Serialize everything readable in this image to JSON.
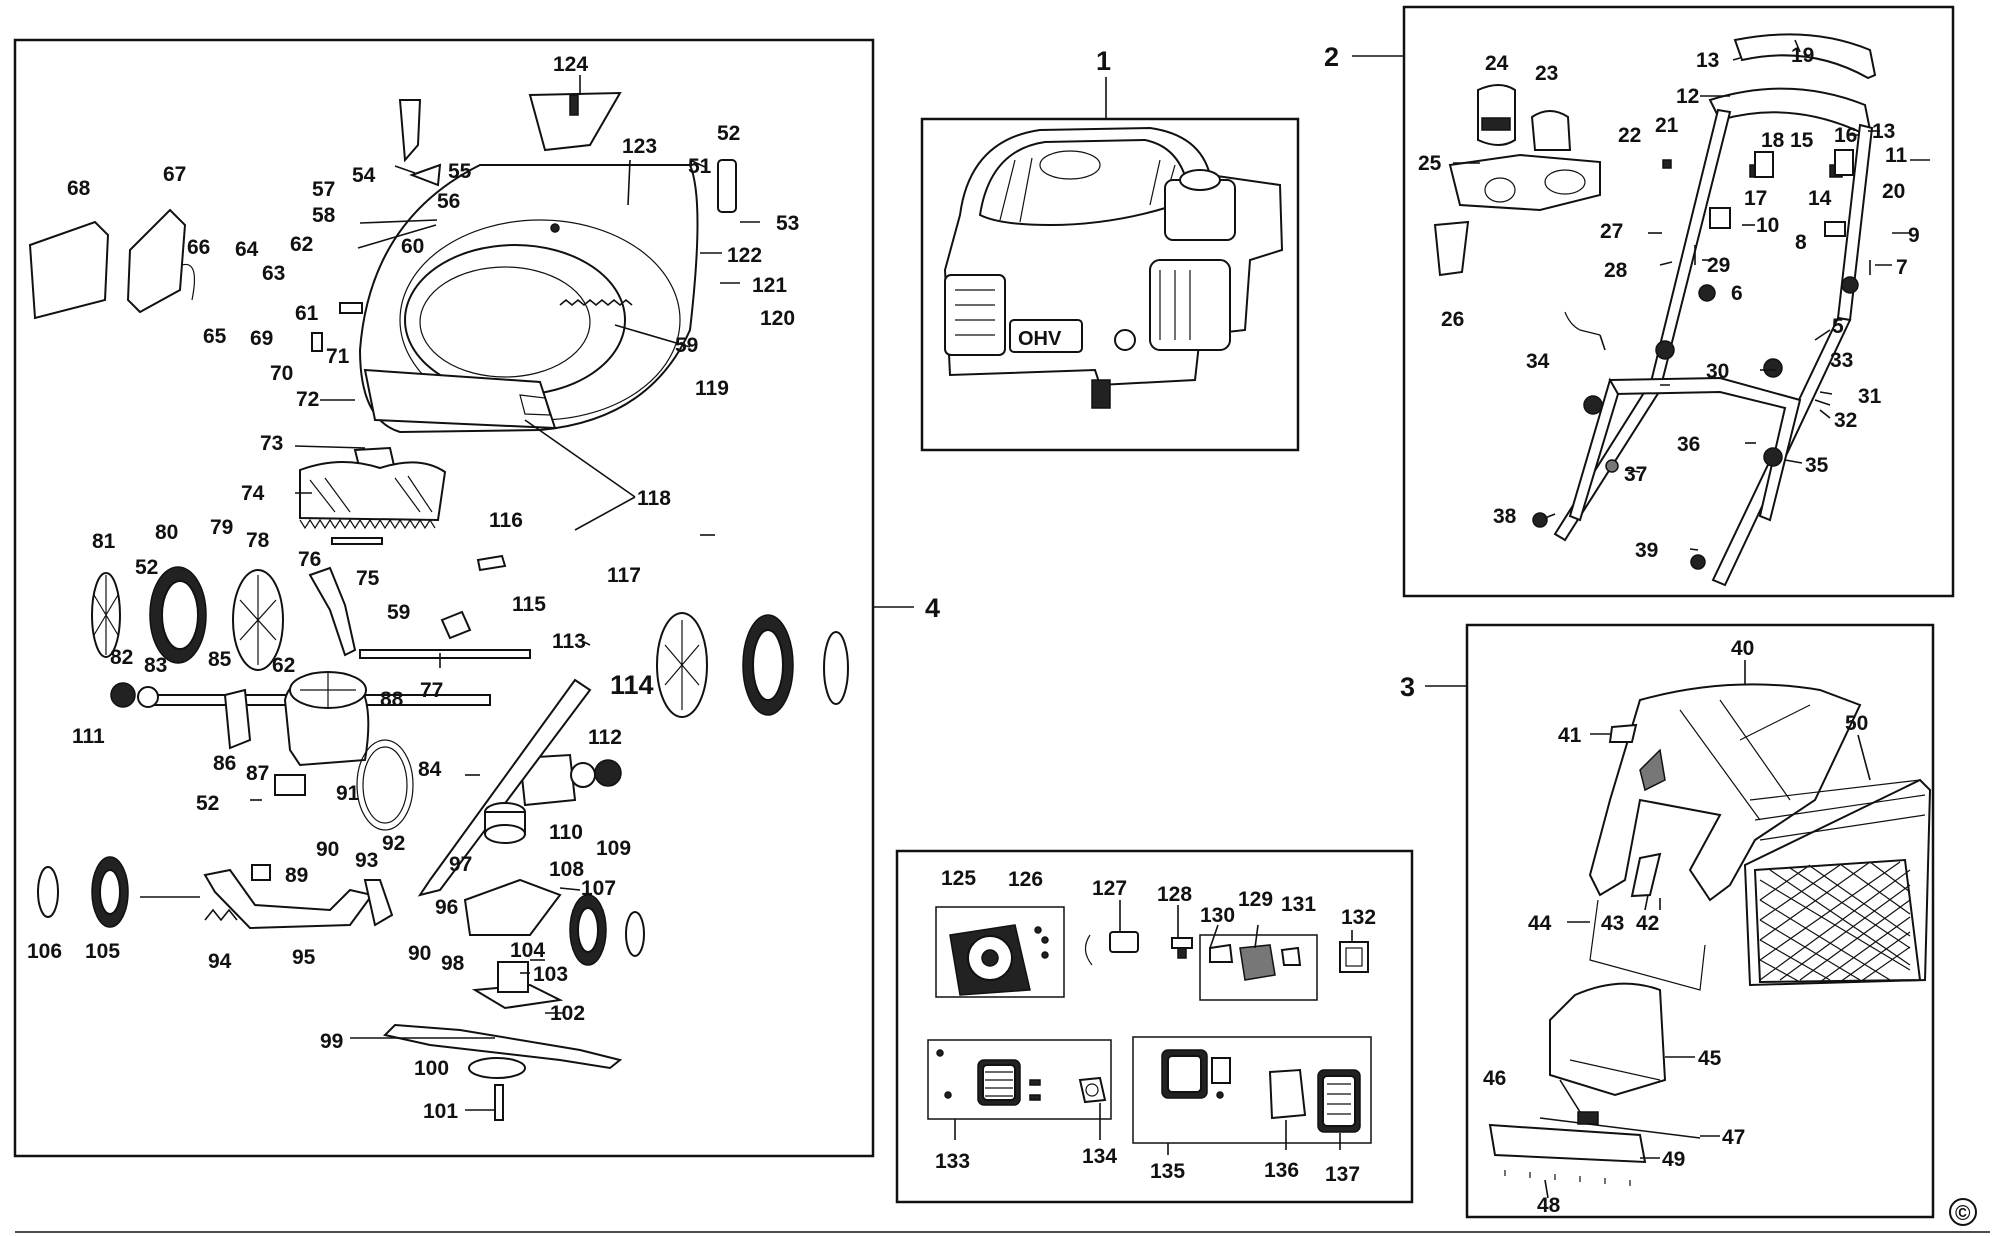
{
  "copyright_symbol": "©",
  "groups": {
    "g1": "1",
    "g2": "2",
    "g3": "3",
    "g4": "4"
  },
  "labels": {
    "p124": "124",
    "p123": "123",
    "p52a": "52",
    "p51": "51",
    "p53": "53",
    "p122": "122",
    "p121": "121",
    "p120": "120",
    "p119": "119",
    "p59a": "59",
    "p68": "68",
    "p67": "67",
    "p66": "66",
    "p65": "65",
    "p64": "64",
    "p63": "63",
    "p62a": "62",
    "p61": "61",
    "p69": "69",
    "p70": "70",
    "p71": "71",
    "p72": "72",
    "p54": "54",
    "p55": "55",
    "p56": "56",
    "p57": "57",
    "p58": "58",
    "p60": "60",
    "p73": "73",
    "p74": "74",
    "p118": "118",
    "p116": "116",
    "p117": "117",
    "p75": "75",
    "p81": "81",
    "p80": "80",
    "p52b": "52",
    "p79": "79",
    "p78": "78",
    "p76": "76",
    "p59b": "59",
    "p115": "115",
    "p62b": "62",
    "p82": "82",
    "p83": "83",
    "p85": "85",
    "p77": "77",
    "p113": "113",
    "p114": "114",
    "p88": "88",
    "p111": "111",
    "p86": "86",
    "p87": "87",
    "p112": "112",
    "p84": "84",
    "p52c": "52",
    "p91": "91",
    "p90a": "90",
    "p92": "92",
    "p110": "110",
    "p109": "109",
    "p108": "108",
    "p107": "107",
    "p97": "97",
    "p93": "93",
    "p89": "89",
    "p96": "96",
    "p104": "104",
    "p106": "106",
    "p105": "105",
    "p94": "94",
    "p95": "95",
    "p90b": "90",
    "p98": "98",
    "p103": "103",
    "p102": "102",
    "p99": "99",
    "p100": "100",
    "p101": "101",
    "p24": "24",
    "p23": "23",
    "p25": "25",
    "p26": "26",
    "p22": "22",
    "p21": "21",
    "p13a": "13",
    "p19": "19",
    "p12": "12",
    "p18": "18",
    "p15": "15",
    "p16": "16",
    "p13b": "13",
    "p11": "11",
    "p20": "20",
    "p17": "17",
    "p14": "14",
    "p27": "27",
    "p10": "10",
    "p9": "9",
    "p28": "28",
    "p29": "29",
    "p8": "8",
    "p7": "7",
    "p6": "6",
    "p5": "5",
    "p34": "34",
    "p30": "30",
    "p33": "33",
    "p31": "31",
    "p32": "32",
    "p36": "36",
    "p35": "35",
    "p37": "37",
    "p38": "38",
    "p39": "39",
    "p40": "40",
    "p41": "41",
    "p50": "50",
    "p44": "44",
    "p43": "43",
    "p42": "42",
    "p45": "45",
    "p46": "46",
    "p47": "47",
    "p49": "49",
    "p48": "48",
    "p125": "125",
    "p126": "126",
    "p127": "127",
    "p128": "128",
    "p129": "129",
    "p130": "130",
    "p131": "131",
    "p132": "132",
    "p133": "133",
    "p134": "134",
    "p135": "135",
    "p136": "136",
    "p137": "137"
  },
  "engine_badge": "OHV"
}
